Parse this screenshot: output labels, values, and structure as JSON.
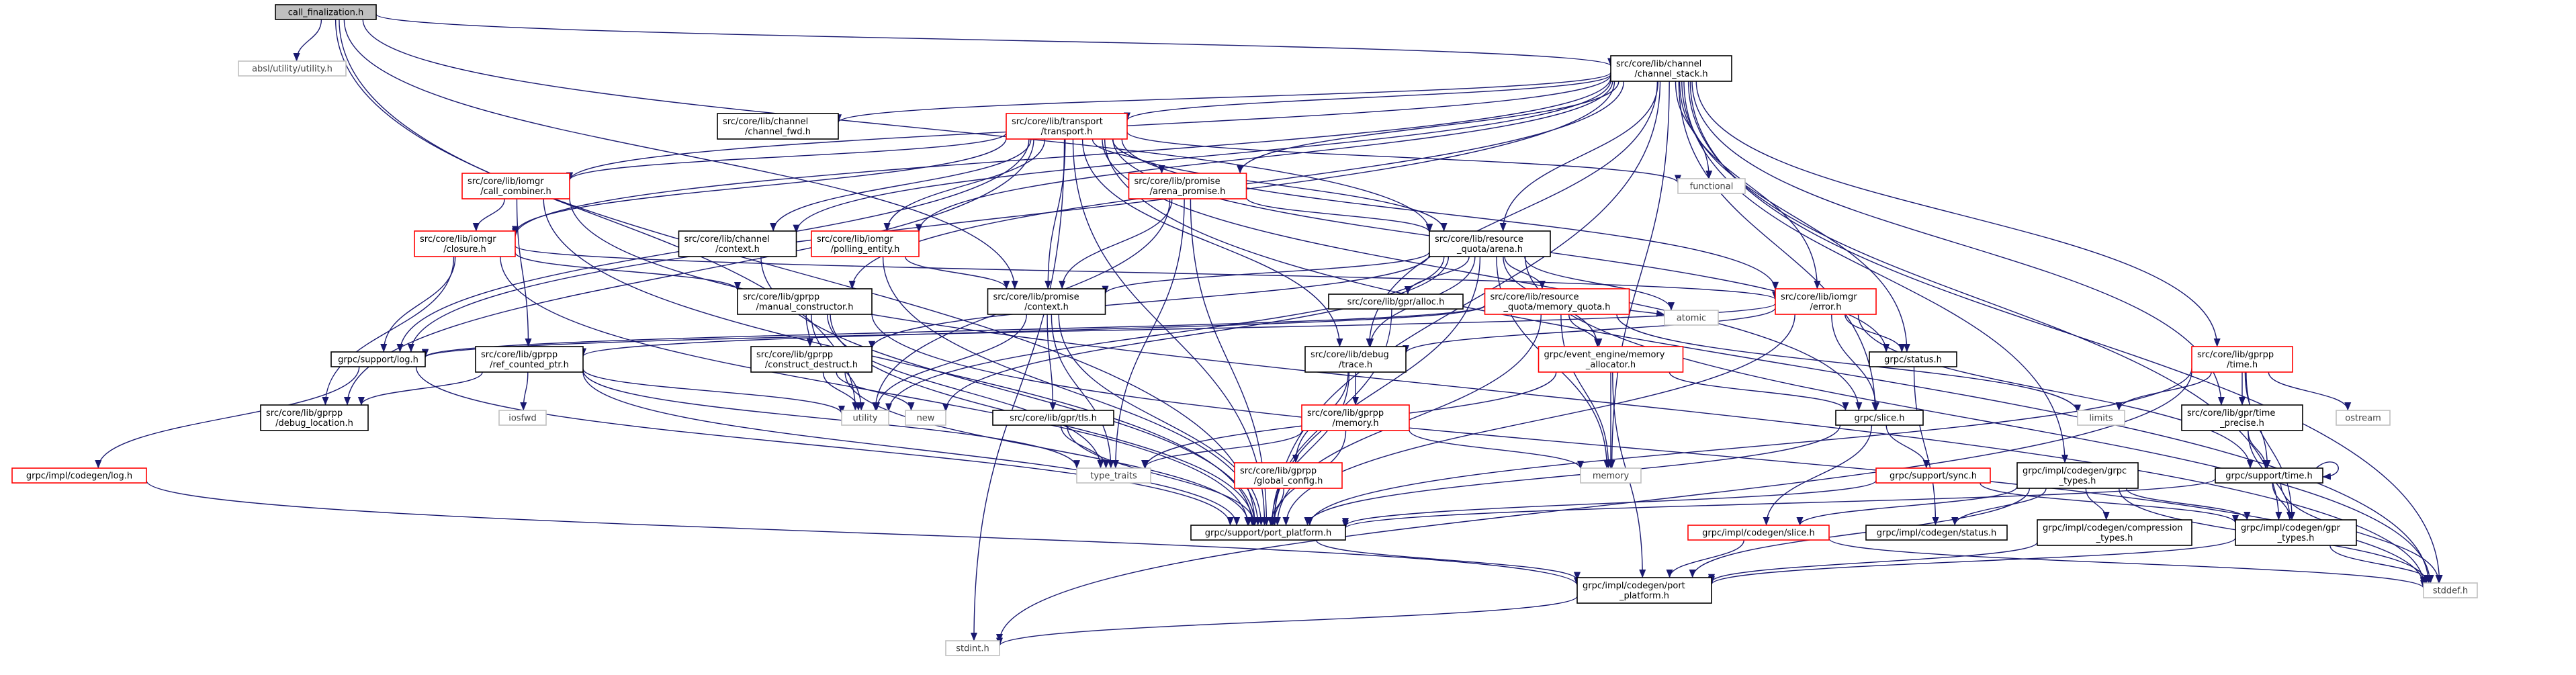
{
  "graph": {
    "nodes": [
      {
        "id": "call_finalization",
        "lines": [
          "call_finalization.h"
        ],
        "kind": "root"
      },
      {
        "id": "abslutil",
        "lines": [
          "absl/utility/utility.h"
        ],
        "kind": "system"
      },
      {
        "id": "channel_stack",
        "lines": [
          "src/core/lib/channel",
          "/channel_stack.h"
        ],
        "kind": "file"
      },
      {
        "id": "channel_fwd",
        "lines": [
          "src/core/lib/channel",
          "/channel_fwd.h"
        ],
        "kind": "file"
      },
      {
        "id": "transport",
        "lines": [
          "src/core/lib/transport",
          "/transport.h"
        ],
        "kind": "truncated"
      },
      {
        "id": "functional",
        "lines": [
          "functional"
        ],
        "kind": "system"
      },
      {
        "id": "call_combiner",
        "lines": [
          "src/core/lib/iomgr",
          "/call_combiner.h"
        ],
        "kind": "truncated"
      },
      {
        "id": "arena_promise",
        "lines": [
          "src/core/lib/promise",
          "/arena_promise.h"
        ],
        "kind": "truncated"
      },
      {
        "id": "closure",
        "lines": [
          "src/core/lib/iomgr",
          "/closure.h"
        ],
        "kind": "truncated"
      },
      {
        "id": "channel_context",
        "lines": [
          "src/core/lib/channel",
          "/context.h"
        ],
        "kind": "file"
      },
      {
        "id": "polling_entity",
        "lines": [
          "src/core/lib/iomgr",
          "/polling_entity.h"
        ],
        "kind": "truncated"
      },
      {
        "id": "resource_arena",
        "lines": [
          "src/core/lib/resource",
          "_quota/arena.h"
        ],
        "kind": "file"
      },
      {
        "id": "manual_constructor",
        "lines": [
          "src/core/lib/gprpp",
          "/manual_constructor.h"
        ],
        "kind": "file"
      },
      {
        "id": "promise_context",
        "lines": [
          "src/core/lib/promise",
          "/context.h"
        ],
        "kind": "file"
      },
      {
        "id": "gpr_alloc",
        "lines": [
          "src/core/lib/gpr/alloc.h"
        ],
        "kind": "file"
      },
      {
        "id": "iomgr_error",
        "lines": [
          "src/core/lib/iomgr",
          "/error.h"
        ],
        "kind": "truncated"
      },
      {
        "id": "memory_quota",
        "lines": [
          "src/core/lib/resource",
          "_quota/memory_quota.h"
        ],
        "kind": "truncated"
      },
      {
        "id": "grpc_log",
        "lines": [
          "grpc/support/log.h"
        ],
        "kind": "file"
      },
      {
        "id": "ref_counted_ptr",
        "lines": [
          "src/core/lib/gprpp",
          "/ref_counted_ptr.h"
        ],
        "kind": "file"
      },
      {
        "id": "construct_destruct",
        "lines": [
          "src/core/lib/gprpp",
          "/construct_destruct.h"
        ],
        "kind": "file"
      },
      {
        "id": "debug_trace",
        "lines": [
          "src/core/lib/debug",
          "/trace.h"
        ],
        "kind": "file"
      },
      {
        "id": "memory_allocator",
        "lines": [
          "grpc/event_engine/memory",
          "_allocator.h"
        ],
        "kind": "truncated"
      },
      {
        "id": "atomic",
        "lines": [
          "atomic"
        ],
        "kind": "system"
      },
      {
        "id": "grpc_status",
        "lines": [
          "grpc/status.h"
        ],
        "kind": "file"
      },
      {
        "id": "gprpp_time",
        "lines": [
          "src/core/lib/gprpp",
          "/time.h"
        ],
        "kind": "truncated"
      },
      {
        "id": "ostream",
        "lines": [
          "ostream"
        ],
        "kind": "system"
      },
      {
        "id": "debug_location",
        "lines": [
          "src/core/lib/gprpp",
          "/debug_location.h"
        ],
        "kind": "file"
      },
      {
        "id": "iosfwd",
        "lines": [
          "iosfwd"
        ],
        "kind": "system"
      },
      {
        "id": "utility",
        "lines": [
          "utility"
        ],
        "kind": "system"
      },
      {
        "id": "new",
        "lines": [
          "new"
        ],
        "kind": "system"
      },
      {
        "id": "gpr_tls",
        "lines": [
          "src/core/lib/gpr/tls.h"
        ],
        "kind": "file"
      },
      {
        "id": "gprpp_memory",
        "lines": [
          "src/core/lib/gprpp",
          "/memory.h"
        ],
        "kind": "truncated"
      },
      {
        "id": "grpc_slice",
        "lines": [
          "grpc/slice.h"
        ],
        "kind": "file"
      },
      {
        "id": "limits",
        "lines": [
          "limits"
        ],
        "kind": "system"
      },
      {
        "id": "gpr_time_precise",
        "lines": [
          "src/core/lib/gpr/time",
          "_precise.h"
        ],
        "kind": "file"
      },
      {
        "id": "grpc_time",
        "lines": [
          "grpc/support/time.h"
        ],
        "kind": "file"
      },
      {
        "id": "impl_log",
        "lines": [
          "grpc/impl/codegen/log.h"
        ],
        "kind": "truncated"
      },
      {
        "id": "type_traits",
        "lines": [
          "type_traits"
        ],
        "kind": "system"
      },
      {
        "id": "global_config",
        "lines": [
          "src/core/lib/gprpp",
          "/global_config.h"
        ],
        "kind": "truncated"
      },
      {
        "id": "memory",
        "lines": [
          "memory"
        ],
        "kind": "system"
      },
      {
        "id": "support_sync",
        "lines": [
          "grpc/support/sync.h"
        ],
        "kind": "truncated"
      },
      {
        "id": "grpc_types",
        "lines": [
          "grpc/impl/codegen/grpc",
          "_types.h"
        ],
        "kind": "file"
      },
      {
        "id": "impl_slice",
        "lines": [
          "grpc/impl/codegen/slice.h"
        ],
        "kind": "truncated"
      },
      {
        "id": "impl_status",
        "lines": [
          "grpc/impl/codegen/status.h"
        ],
        "kind": "file"
      },
      {
        "id": "compression_types",
        "lines": [
          "grpc/impl/codegen/compression",
          "_types.h"
        ],
        "kind": "file"
      },
      {
        "id": "gpr_types",
        "lines": [
          "grpc/impl/codegen/gpr",
          "_types.h"
        ],
        "kind": "file"
      },
      {
        "id": "port_platform",
        "lines": [
          "grpc/support/port_platform.h"
        ],
        "kind": "file"
      },
      {
        "id": "impl_port_platform",
        "lines": [
          "grpc/impl/codegen/port",
          "_platform.h"
        ],
        "kind": "file"
      },
      {
        "id": "stddef",
        "lines": [
          "stddef.h"
        ],
        "kind": "system"
      },
      {
        "id": "stdint",
        "lines": [
          "stdint.h"
        ],
        "kind": "system"
      }
    ],
    "edges": [
      [
        "call_finalization",
        "abslutil"
      ],
      [
        "call_finalization",
        "channel_stack"
      ],
      [
        "call_finalization",
        "port_platform"
      ],
      [
        "call_finalization",
        "promise_context"
      ],
      [
        "call_finalization",
        "utility"
      ],
      [
        "call_finalization",
        "resource_arena"
      ],
      [
        "channel_stack",
        "channel_fwd"
      ],
      [
        "channel_stack",
        "transport"
      ],
      [
        "channel_stack",
        "functional"
      ],
      [
        "channel_stack",
        "call_combiner"
      ],
      [
        "channel_stack",
        "closure"
      ],
      [
        "channel_stack",
        "channel_context"
      ],
      [
        "channel_stack",
        "polling_entity"
      ],
      [
        "channel_stack",
        "resource_arena"
      ],
      [
        "channel_stack",
        "manual_constructor"
      ],
      [
        "channel_stack",
        "iomgr_error"
      ],
      [
        "channel_stack",
        "grpc_log"
      ],
      [
        "channel_stack",
        "debug_trace"
      ],
      [
        "channel_stack",
        "grpc_status"
      ],
      [
        "channel_stack",
        "gprpp_time"
      ],
      [
        "channel_stack",
        "grpc_slice"
      ],
      [
        "channel_stack",
        "gpr_time_precise"
      ],
      [
        "channel_stack",
        "grpc_types"
      ],
      [
        "channel_stack",
        "gpr_types"
      ],
      [
        "channel_stack",
        "port_platform"
      ],
      [
        "channel_stack",
        "stddef"
      ],
      [
        "channel_stack",
        "memory"
      ],
      [
        "channel_stack",
        "arena_promise"
      ],
      [
        "transport",
        "functional"
      ],
      [
        "transport",
        "call_combiner"
      ],
      [
        "transport",
        "arena_promise"
      ],
      [
        "transport",
        "closure"
      ],
      [
        "transport",
        "channel_context"
      ],
      [
        "transport",
        "polling_entity"
      ],
      [
        "transport",
        "resource_arena"
      ],
      [
        "transport",
        "promise_context"
      ],
      [
        "transport",
        "iomgr_error"
      ],
      [
        "transport",
        "grpc_log"
      ],
      [
        "transport",
        "debug_trace"
      ],
      [
        "transport",
        "grpc_status"
      ],
      [
        "transport",
        "grpc_slice"
      ],
      [
        "transport",
        "debug_location"
      ],
      [
        "transport",
        "port_platform"
      ],
      [
        "transport",
        "stdint"
      ],
      [
        "transport",
        "stddef"
      ],
      [
        "call_combiner",
        "closure"
      ],
      [
        "call_combiner",
        "ref_counted_ptr"
      ],
      [
        "call_combiner",
        "port_platform"
      ],
      [
        "call_combiner",
        "stddef"
      ],
      [
        "arena_promise",
        "resource_arena"
      ],
      [
        "arena_promise",
        "promise_context"
      ],
      [
        "arena_promise",
        "type_traits"
      ],
      [
        "arena_promise",
        "utility"
      ],
      [
        "arena_promise",
        "port_platform"
      ],
      [
        "closure",
        "grpc_log"
      ],
      [
        "closure",
        "manual_constructor"
      ],
      [
        "closure",
        "iomgr_error"
      ],
      [
        "closure",
        "debug_location"
      ],
      [
        "closure",
        "port_platform"
      ],
      [
        "channel_context",
        "port_platform"
      ],
      [
        "polling_entity",
        "promise_context"
      ],
      [
        "polling_entity",
        "port_platform"
      ],
      [
        "resource_arena",
        "gpr_alloc"
      ],
      [
        "resource_arena",
        "memory_quota"
      ],
      [
        "resource_arena",
        "promise_context"
      ],
      [
        "resource_arena",
        "construct_destruct"
      ],
      [
        "resource_arena",
        "memory_allocator"
      ],
      [
        "resource_arena",
        "atomic"
      ],
      [
        "resource_arena",
        "utility"
      ],
      [
        "resource_arena",
        "new"
      ],
      [
        "resource_arena",
        "memory"
      ],
      [
        "resource_arena",
        "stddef"
      ],
      [
        "resource_arena",
        "port_platform"
      ],
      [
        "resource_arena",
        "debug_trace"
      ],
      [
        "manual_constructor",
        "construct_destruct"
      ],
      [
        "manual_constructor",
        "utility"
      ],
      [
        "manual_constructor",
        "type_traits"
      ],
      [
        "manual_constructor",
        "port_platform"
      ],
      [
        "manual_constructor",
        "stddef"
      ],
      [
        "promise_context",
        "gpr_tls"
      ],
      [
        "promise_context",
        "type_traits"
      ],
      [
        "promise_context",
        "utility"
      ],
      [
        "promise_context",
        "port_platform"
      ],
      [
        "gpr_alloc",
        "port_platform"
      ],
      [
        "iomgr_error",
        "grpc_status"
      ],
      [
        "iomgr_error",
        "grpc_slice"
      ],
      [
        "iomgr_error",
        "debug_trace"
      ],
      [
        "iomgr_error",
        "grpc_log"
      ],
      [
        "iomgr_error",
        "grpc_time"
      ],
      [
        "iomgr_error",
        "port_platform"
      ],
      [
        "memory_quota",
        "memory_allocator"
      ],
      [
        "memory_quota",
        "ref_counted_ptr"
      ],
      [
        "memory_quota",
        "grpc_log"
      ],
      [
        "memory_quota",
        "atomic"
      ],
      [
        "memory_quota",
        "limits"
      ],
      [
        "memory_quota",
        "memory"
      ],
      [
        "memory_quota",
        "port_platform"
      ],
      [
        "grpc_log",
        "impl_log"
      ],
      [
        "grpc_log",
        "port_platform"
      ],
      [
        "ref_counted_ptr",
        "debug_location"
      ],
      [
        "ref_counted_ptr",
        "iosfwd"
      ],
      [
        "ref_counted_ptr",
        "utility"
      ],
      [
        "ref_counted_ptr",
        "type_traits"
      ],
      [
        "ref_counted_ptr",
        "port_platform"
      ],
      [
        "construct_destruct",
        "utility"
      ],
      [
        "construct_destruct",
        "new"
      ],
      [
        "construct_destruct",
        "port_platform"
      ],
      [
        "debug_trace",
        "gprpp_memory"
      ],
      [
        "debug_trace",
        "global_config"
      ],
      [
        "debug_trace",
        "port_platform"
      ],
      [
        "memory_allocator",
        "grpc_slice"
      ],
      [
        "memory_allocator",
        "type_traits"
      ],
      [
        "memory_allocator",
        "memory"
      ],
      [
        "memory_allocator",
        "impl_port_platform"
      ],
      [
        "grpc_status",
        "impl_status"
      ],
      [
        "gprpp_time",
        "grpc_time"
      ],
      [
        "gprpp_time",
        "gpr_time_precise"
      ],
      [
        "gprpp_time",
        "limits"
      ],
      [
        "gprpp_time",
        "ostream"
      ],
      [
        "gprpp_time",
        "gpr_types"
      ],
      [
        "gprpp_time",
        "port_platform"
      ],
      [
        "gprpp_time",
        "stdint"
      ],
      [
        "gpr_tls",
        "type_traits"
      ],
      [
        "gpr_tls",
        "port_platform"
      ],
      [
        "gprpp_memory",
        "type_traits"
      ],
      [
        "gprpp_memory",
        "memory"
      ],
      [
        "gprpp_memory",
        "port_platform"
      ],
      [
        "grpc_slice",
        "support_sync"
      ],
      [
        "grpc_slice",
        "impl_slice"
      ],
      [
        "grpc_slice",
        "port_platform"
      ],
      [
        "gpr_time_precise",
        "grpc_time"
      ],
      [
        "gpr_time_precise",
        "gpr_types"
      ],
      [
        "grpc_time",
        "grpc_time"
      ],
      [
        "grpc_time",
        "gpr_types"
      ],
      [
        "grpc_time",
        "port_platform"
      ],
      [
        "grpc_time",
        "stddef"
      ],
      [
        "impl_log",
        "impl_port_platform"
      ],
      [
        "global_config",
        "port_platform"
      ],
      [
        "support_sync",
        "gpr_types"
      ],
      [
        "support_sync",
        "port_platform"
      ],
      [
        "grpc_types",
        "compression_types"
      ],
      [
        "grpc_types",
        "impl_status"
      ],
      [
        "grpc_types",
        "impl_slice"
      ],
      [
        "grpc_types",
        "gpr_types"
      ],
      [
        "grpc_types",
        "impl_port_platform"
      ],
      [
        "grpc_types",
        "stddef"
      ],
      [
        "impl_slice",
        "impl_port_platform"
      ],
      [
        "impl_slice",
        "stddef"
      ],
      [
        "compression_types",
        "impl_port_platform"
      ],
      [
        "gpr_types",
        "stddef"
      ],
      [
        "gpr_types",
        "impl_port_platform"
      ],
      [
        "port_platform",
        "impl_port_platform"
      ],
      [
        "impl_port_platform",
        "stdint"
      ]
    ]
  },
  "colors": {
    "edge": "#191970",
    "root_fill": "#bfbfbf",
    "root_stroke": "#000000",
    "file_stroke": "#000000",
    "truncated_stroke": "#ff0000",
    "system_stroke": "#bfbfbf",
    "text": "#000000",
    "system_text": "#000000"
  }
}
